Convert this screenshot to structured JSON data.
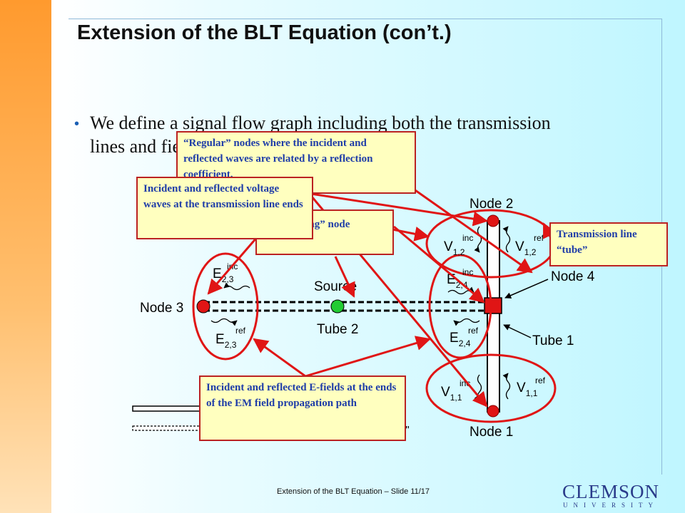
{
  "slide": {
    "title": "Extension of the BLT Equation (con’t.)",
    "bullet": "We define a signal flow graph including both the transmission lines and field propagating paths",
    "footer": "Extension of the BLT Equation – Slide 11/17",
    "logo_main": "CLEMSON",
    "logo_sub": "UNIVERSITY"
  },
  "diagram": {
    "nodes": {
      "node1": "Node 1",
      "node2": "Node 2",
      "node3": "Node 3",
      "node4": "Node 4",
      "source": "Source"
    },
    "tubes": {
      "tube1": "Tube 1",
      "tube2": "Tube 2"
    },
    "labels": {
      "v12_base": "V",
      "v12_sub": "1,2",
      "v12_sup": "inc",
      "v12r_base": "V",
      "v12r_sub": "1,2",
      "v12r_sup": "ref",
      "v11_base": "V",
      "v11_sub": "1,1",
      "v11_sup": "inc",
      "v11r_base": "V",
      "v11r_sub": "1,1",
      "v11r_sup": "ref",
      "e23_base": "E",
      "e23_sub": "2,3",
      "e23_sup": "inc",
      "e23r_base": "E",
      "e23r_sub": "2,3",
      "e23r_sup": "ref",
      "e24_base": "E",
      "e24_sub": "2,4",
      "e24_sup": "inc",
      "e24r_base": "E",
      "e24r_sub": "2,4",
      "e24r_sup": "ref",
      "legend_fragment": "e\""
    },
    "colors": {
      "red": "#e01515",
      "green": "#22cc33",
      "callout_bg": "#ffffbf",
      "callout_text": "#1f3da8"
    }
  },
  "callouts": {
    "regular_nodes": "“Regular” nodes where the incident and reflected waves are related by a reflection coefficient.",
    "voltage_waves": "Incident and reflected voltage waves at the transmission line ends",
    "coupling": "A “coupling” node",
    "tube": "Transmission line “tube”",
    "efields": "Incident and reflected E-fields at the ends of the EM field propagation path"
  }
}
